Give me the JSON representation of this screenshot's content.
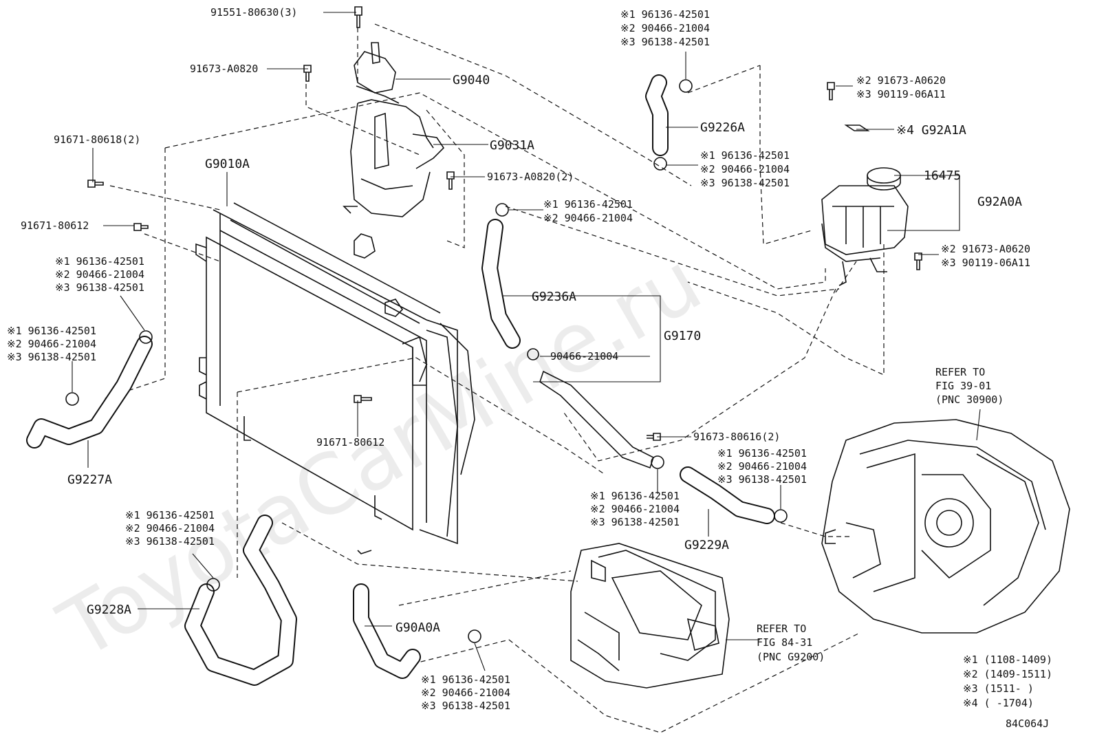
{
  "watermark": "ToyotaCarMine.ru",
  "diagram_id": "84C064J",
  "parts": {
    "bolt_top": "91551-80630(3)",
    "bolt_pump": "91673-A0820",
    "g9040": "G9040",
    "g9031a": "G9031A",
    "bolt_bracket": "91673-A0820(2)",
    "bolt_left_top": "91671-80618(2)",
    "g9010a": "G9010A",
    "bolt_left_mid": "91671-80612",
    "bolt_rad_low": "91671-80612",
    "g9226a": "G9226A",
    "g9236a": "G9236A",
    "g9170": "G9170",
    "clamp_9170": "90466-21004",
    "bolt_pipe": "91673-80616(2)",
    "g9227a": "G9227A",
    "g9228a": "G9228A",
    "g90a0a": "G90A0A",
    "g9229a": "G9229A",
    "bolt_tank_top_2": "※2 91673-A0620",
    "bolt_tank_top_3": "※3 90119-06A11",
    "g92a1a": "※4 G92A1A",
    "p16475": "16475",
    "g92a0a": "G92A0A",
    "bolt_tank_low_2": "※2 91673-A0620",
    "bolt_tank_low_3": "※3 90119-06A11"
  },
  "clamp_groups": {
    "top_g9226a": [
      "※1 96136-42501",
      "※2 90466-21004",
      "※3 96138-42501"
    ],
    "low_g9226a": [
      "※1 96136-42501",
      "※2 90466-21004",
      "※3 96138-42501"
    ],
    "g9236a_top": [
      "※1 96136-42501",
      "※2 90466-21004"
    ],
    "left_upper": [
      "※1 96136-42501",
      "※2 90466-21004",
      "※3 96138-42501"
    ],
    "left_lower": [
      "※1 96136-42501",
      "※2 90466-21004",
      "※3 96138-42501"
    ],
    "g9229a_right": [
      "※1 96136-42501",
      "※2 90466-21004",
      "※3 96138-42501"
    ],
    "g9229a_left": [
      "※1 96136-42501",
      "※2 90466-21004",
      "※3 96138-42501"
    ],
    "g9228a": [
      "※1 96136-42501",
      "※2 90466-21004",
      "※3 96138-42501"
    ],
    "g90a0a": [
      "※1 96136-42501",
      "※2 90466-21004",
      "※3 96138-42501"
    ]
  },
  "references": {
    "transaxle": [
      "REFER TO",
      "FIG 39-01",
      "(PNC 30900)"
    ],
    "inverter": [
      "REFER TO",
      "FIG 84-31",
      "(PNC G9200)"
    ]
  },
  "legend": [
    "※1 (1108-1409)",
    "※2 (1409-1511)",
    "※3 (1511-      )",
    "※4 (      -1704)"
  ]
}
